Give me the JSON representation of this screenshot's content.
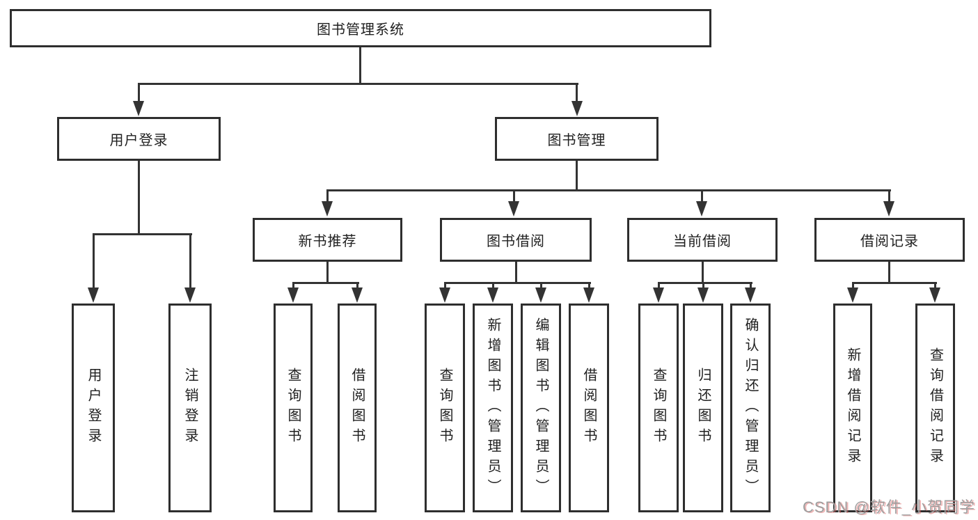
{
  "tree": {
    "root": {
      "label": "图书管理系统",
      "children": [
        {
          "label": "用户登录",
          "children": [
            {
              "label": "用户登录"
            },
            {
              "label": "注销登录"
            }
          ]
        },
        {
          "label": "图书管理",
          "children": [
            {
              "label": "新书推荐",
              "children": [
                {
                  "label": "查询图书"
                },
                {
                  "label": "借阅图书"
                }
              ]
            },
            {
              "label": "图书借阅",
              "children": [
                {
                  "label": "查询图书"
                },
                {
                  "label": "新增图书（管理员）"
                },
                {
                  "label": "编辑图书（管理员）"
                },
                {
                  "label": "借阅图书"
                }
              ]
            },
            {
              "label": "当前借阅",
              "children": [
                {
                  "label": "查询图书"
                },
                {
                  "label": "归还图书"
                },
                {
                  "label": "确认归还（管理员）"
                }
              ]
            },
            {
              "label": "借阅记录",
              "children": [
                {
                  "label": "新增借阅记录"
                },
                {
                  "label": "查询借阅记录"
                }
              ]
            }
          ]
        }
      ]
    }
  },
  "colors": {
    "line": "#333333",
    "box_border": "#2e2e2e",
    "text": "#1f1f1f",
    "background": "#ffffff",
    "watermark_gray": "#9e9e9e",
    "watermark_red": "#e06a6a"
  },
  "watermark": {
    "text": "CSDN @软件_小贺同学"
  }
}
